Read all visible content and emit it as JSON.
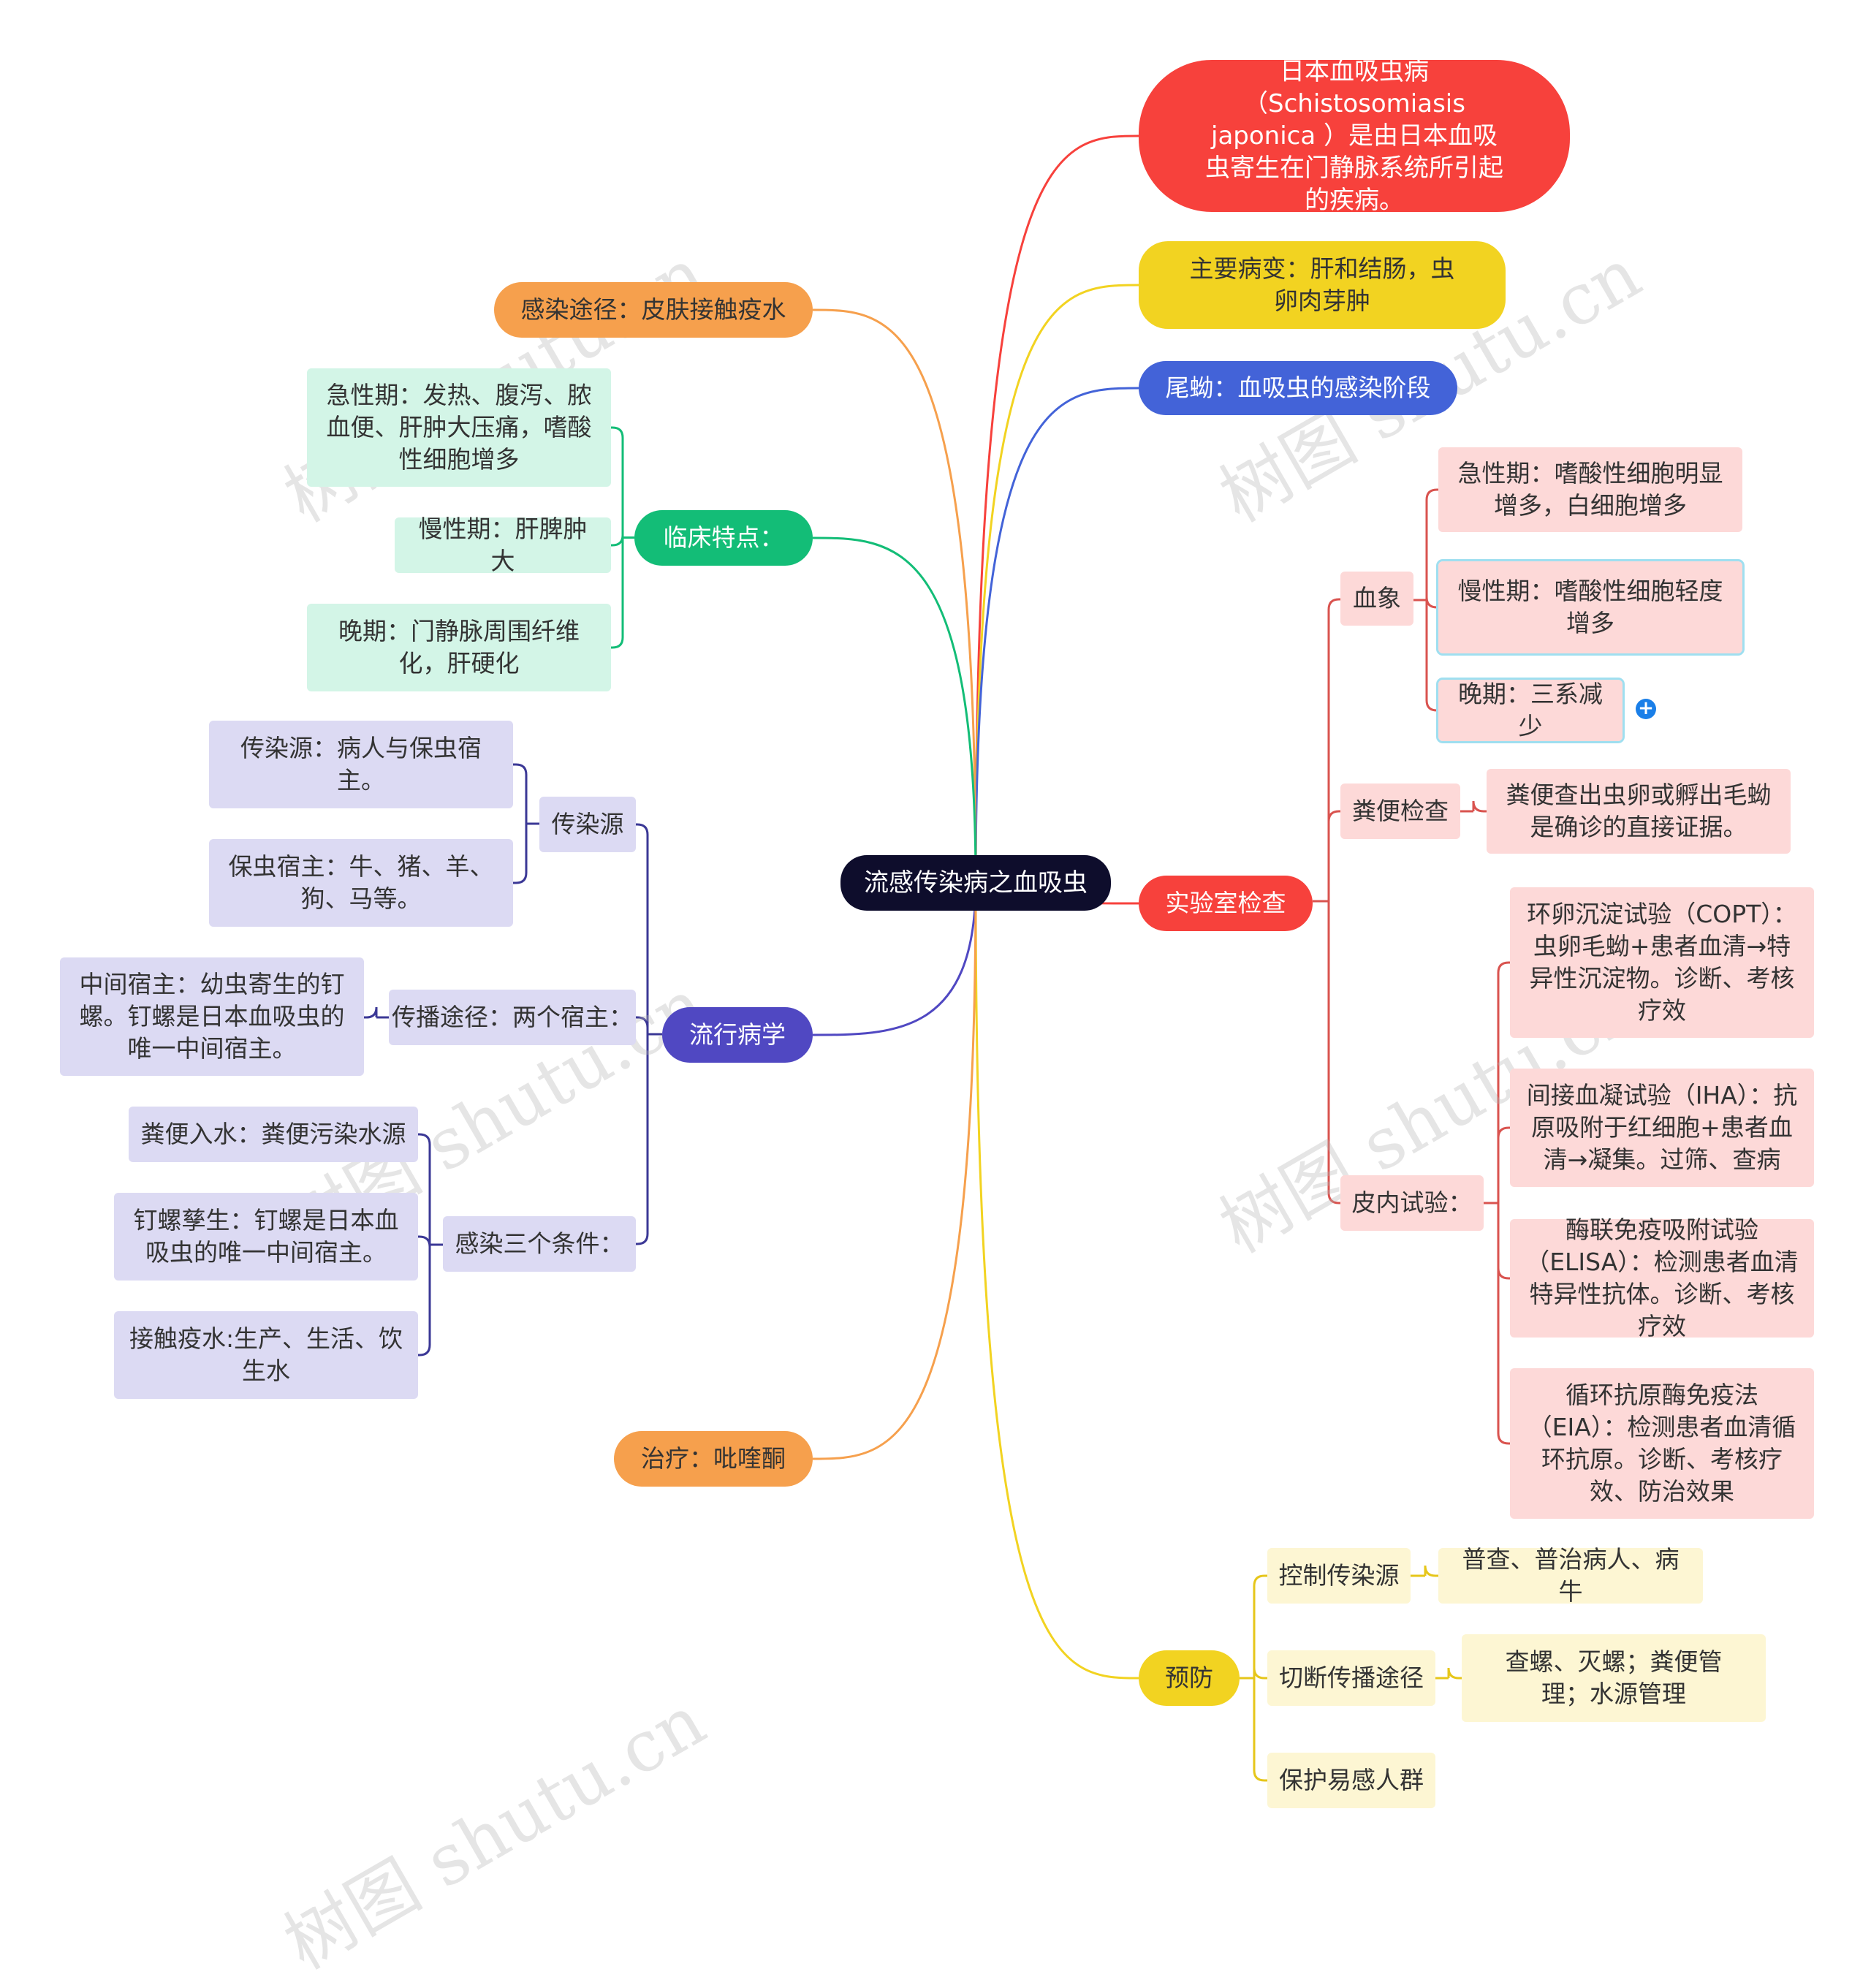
{
  "central": "流感传染病之血吸虫",
  "right": {
    "definition": "日本血吸虫病（Schistosomiasis japonica ）是由日本血吸虫寄生在门静脉系统所引起的疾病。",
    "main_lesion": "主要病变：肝和结肠，虫卵肉芽肿",
    "cercaria": "尾蚴：血吸虫的感染阶段",
    "lab": {
      "label": "实验室检查",
      "blood": {
        "label": "血象",
        "items": [
          "急性期：嗜酸性细胞明显增多，白细胞增多",
          "慢性期：嗜酸性细胞轻度增多",
          "晚期：三系减少"
        ]
      },
      "stool": {
        "label": "粪便检查",
        "detail": "粪便查出虫卵或孵出毛蚴是确诊的直接证据。"
      },
      "skin": {
        "label": "皮内试验：",
        "items": [
          "环卵沉淀试验（COPT）：虫卵毛蚴+患者血清→特异性沉淀物。诊断、考核疗效",
          "间接血凝试验（IHA）：抗原吸附于红细胞+患者血清→凝集。过筛、查病",
          "酶联免疫吸附试验（ELISA）：检测患者血清特异性抗体。诊断、考核疗效",
          "循环抗原酶免疫法（EIA）：检测患者血清循环抗原。诊断、考核疗效、防治效果"
        ]
      }
    },
    "prevention": {
      "label": "预防",
      "items": [
        {
          "label": "控制传染源",
          "detail": "普查、普治病人、病牛"
        },
        {
          "label": "切断传播途径",
          "detail": "查螺、灭螺；粪便管理；水源管理"
        },
        {
          "label": "保护易感人群",
          "detail": ""
        }
      ]
    }
  },
  "left": {
    "infection_route": "感染途径：皮肤接触疫水",
    "clinical": {
      "label": "临床特点：",
      "items": [
        "急性期：发热、腹泻、脓血便、肝肿大压痛，嗜酸性细胞增多",
        "慢性期：肝脾肿大",
        "晚期：门静脉周围纤维化，肝硬化"
      ]
    },
    "epidemiology": {
      "label": "流行病学",
      "source": {
        "label": "传染源",
        "items": [
          "传染源：病人与保虫宿主。",
          "保虫宿主：牛、猪、羊、狗、马等。"
        ]
      },
      "transmission": {
        "label": "传播途径：两个宿主：",
        "detail": "中间宿主：幼虫寄生的钉螺。钉螺是日本血吸虫的唯一中间宿主。"
      },
      "conditions": {
        "label": "感染三个条件：",
        "items": [
          "粪便入水：粪便污染水源",
          "钉螺孳生：钉螺是日本血吸虫的唯一中间宿主。",
          "接触疫水:生产、生活、饮生水"
        ]
      }
    },
    "treatment": "治疗：吡喹酮"
  },
  "expand_icon": "plus-circle-icon",
  "watermark": "树图 shutu.cn",
  "colors": {
    "central": "#0e0d2c",
    "red": "#f7413c",
    "yellow": "#f2d321",
    "blue": "#4363d8",
    "orange": "#f6a04d",
    "green": "#13bd77",
    "purple": "#5048c2"
  }
}
